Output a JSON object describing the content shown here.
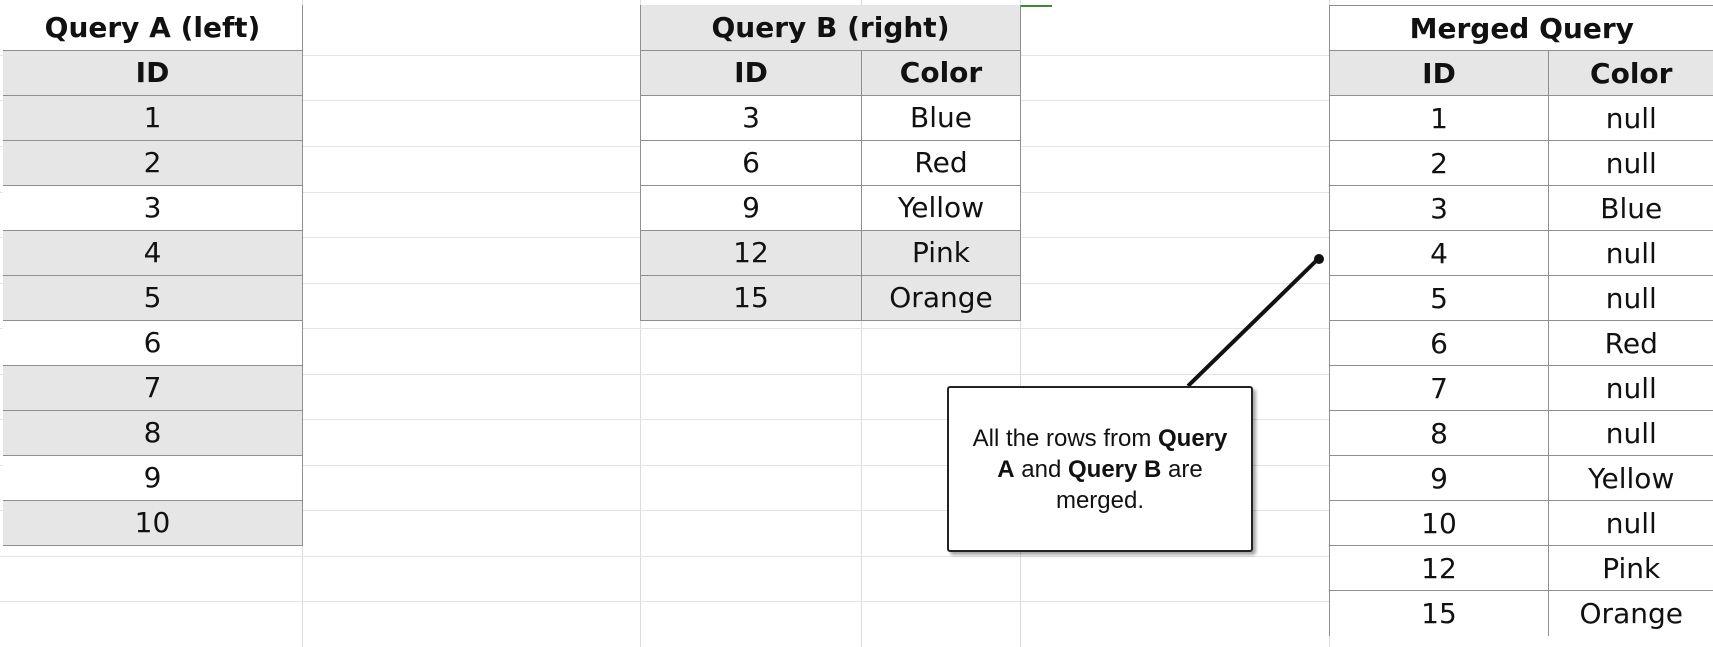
{
  "query_a": {
    "title": "Query A (left)",
    "header": "ID",
    "rows": [
      "1",
      "2",
      "3",
      "4",
      "5",
      "6",
      "7",
      "8",
      "9",
      "10"
    ]
  },
  "query_b": {
    "title": "Query B (right)",
    "headers": [
      "ID",
      "Color"
    ],
    "rows": [
      {
        "id": "3",
        "color": "Blue"
      },
      {
        "id": "6",
        "color": "Red"
      },
      {
        "id": "9",
        "color": "Yellow"
      },
      {
        "id": "12",
        "color": "Pink"
      },
      {
        "id": "15",
        "color": "Orange"
      }
    ]
  },
  "merged": {
    "title": "Merged Query",
    "headers": [
      "ID",
      "Color"
    ],
    "rows": [
      {
        "id": "1",
        "color": "null"
      },
      {
        "id": "2",
        "color": "null"
      },
      {
        "id": "3",
        "color": "Blue"
      },
      {
        "id": "4",
        "color": "null"
      },
      {
        "id": "5",
        "color": "null"
      },
      {
        "id": "6",
        "color": "Red"
      },
      {
        "id": "7",
        "color": "null"
      },
      {
        "id": "8",
        "color": "null"
      },
      {
        "id": "9",
        "color": "Yellow"
      },
      {
        "id": "10",
        "color": "null"
      },
      {
        "id": "12",
        "color": "Pink"
      },
      {
        "id": "15",
        "color": "Orange"
      }
    ]
  },
  "callout": {
    "t1": "All the rows from ",
    "b1": "Query A",
    "t2": " and ",
    "b2": "Query B",
    "t3": " are merged."
  },
  "colors": {
    "header_fill": "#e7e6e6",
    "border": "#8f8f8f",
    "grid": "#dcdcdc"
  }
}
